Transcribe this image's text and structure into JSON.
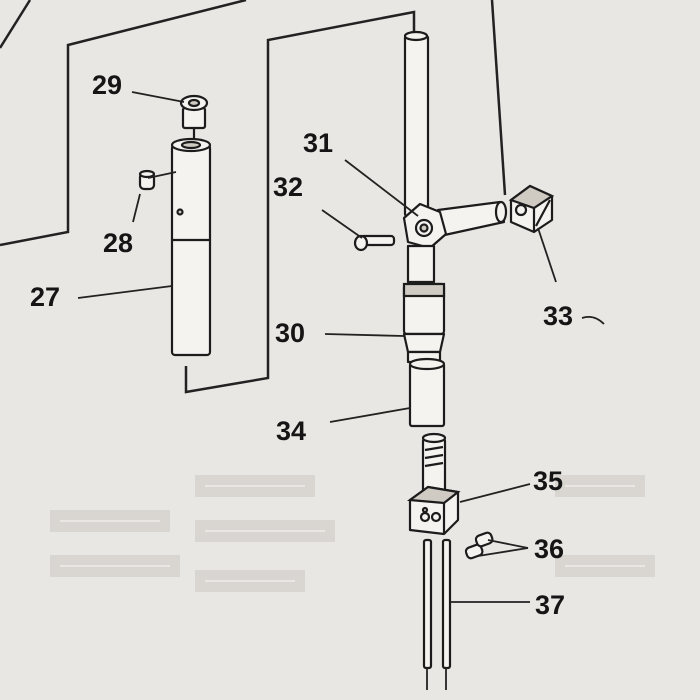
{
  "callouts": {
    "c27": "27",
    "c28": "28",
    "c29": "29",
    "c30": "30",
    "c31": "31",
    "c32": "32",
    "c33": "33",
    "c34": "34",
    "c35": "35",
    "c36": "36",
    "c37": "37"
  },
  "colors": {
    "paper": "#e9e7e3",
    "ink": "#1c1c1c"
  }
}
